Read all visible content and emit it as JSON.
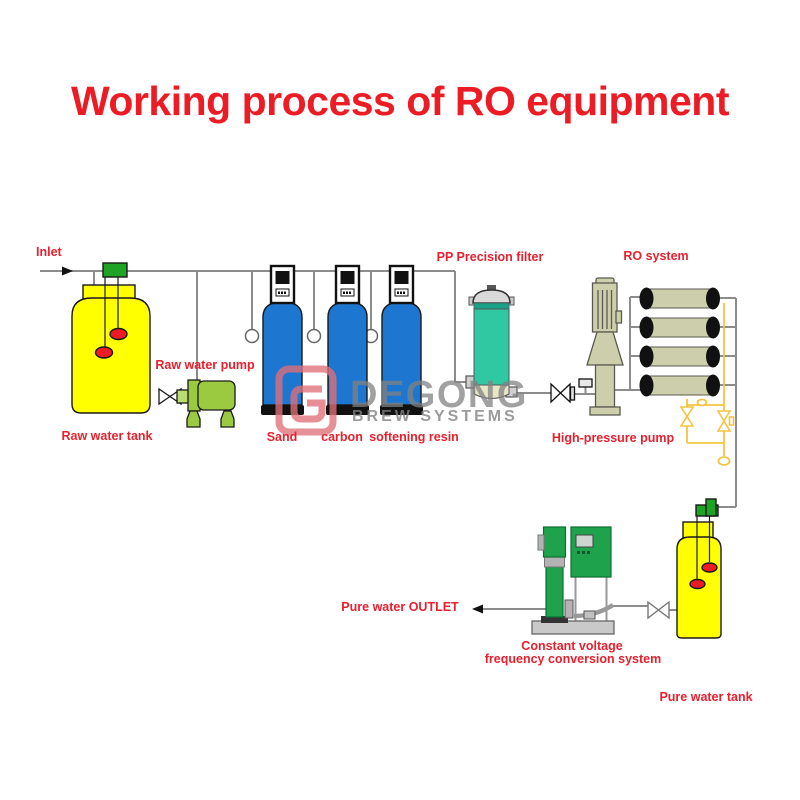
{
  "title": "Working process of RO equipment",
  "watermark": {
    "brand": "DEGONG",
    "subtitle": "BREW SYSTEMS",
    "logo": "degong-g-mark"
  },
  "labels": {
    "inlet": "Inlet",
    "raw_water_tank": "Raw water tank",
    "raw_water_pump": "Raw water pump",
    "sand": "Sand",
    "carbon": "carbon",
    "softening_resin": "softening resin",
    "pp_precision_filter": "PP Precision filter",
    "ro_system": "RO system",
    "high_pressure_pump": "High-pressure pump",
    "pure_water_outlet": "Pure water OUTLET",
    "constant_voltage_line1": "Constant voltage",
    "constant_voltage_line2": "frequency conversion system",
    "pure_water_tank": "Pure water tank"
  },
  "colors": {
    "title_red": "#ed1c24",
    "label_red": "#e8212e",
    "tank_yellow": "#ffff00",
    "tank_blue": "#1d76cf",
    "cap_green": "#1fa325",
    "filter_teal": "#2fc8a3",
    "filter_band_teal": "#17a287",
    "filter_bottom_beige": "#e9e5c8",
    "pump_light_green": "#9bc940",
    "cabinet_green": "#1ea24c",
    "vessel_khaki": "#cdcfac",
    "pipe_gray": "#8c8c8c",
    "pipe_yellow": "#f3c440",
    "float_red": "#ed1c24",
    "watermark_gray": "#9b9b9b",
    "watermark_pink": "#e0707a"
  }
}
